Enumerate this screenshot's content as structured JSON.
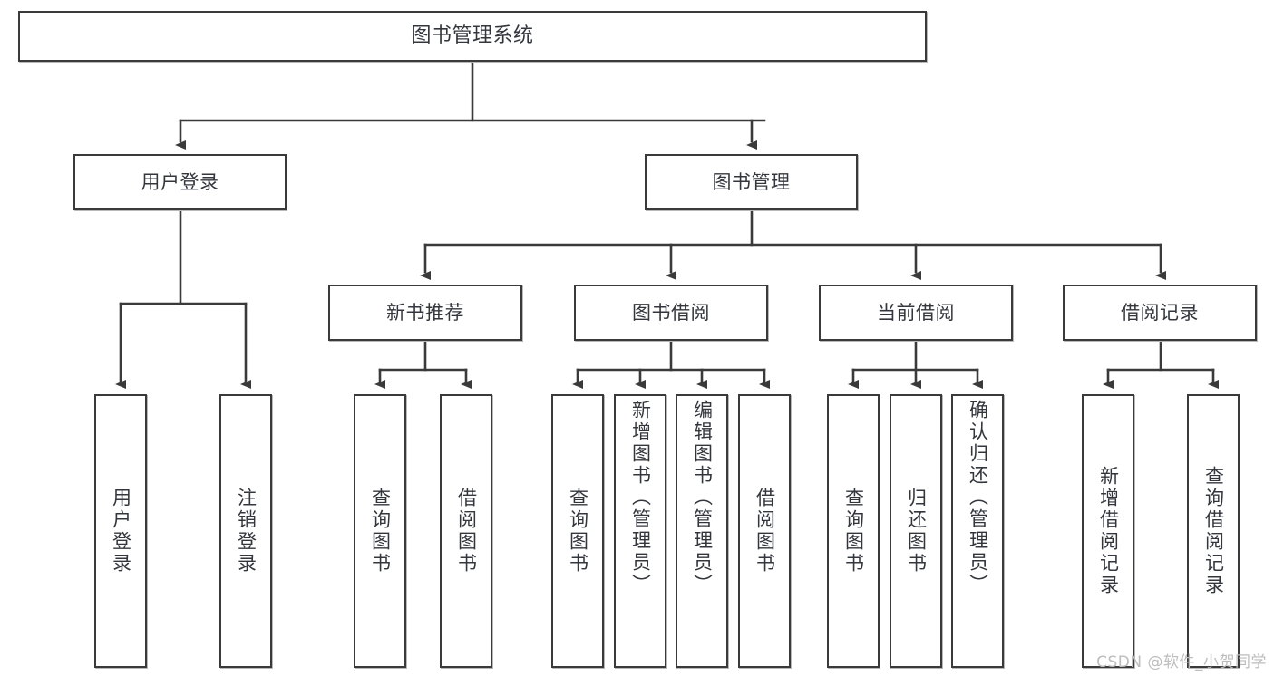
{
  "diagram": {
    "title": "图书管理系统",
    "type": "tree",
    "colors": {
      "box_border": "#3a3a3a",
      "box_fill": "#ffffff",
      "connector": "#3a3a3a",
      "text": "#33373d",
      "watermark": "#bdbdbd",
      "background": "#ffffff"
    }
  },
  "root": {
    "label": "图书管理系统"
  },
  "level2": [
    {
      "id": "user-login",
      "label": "用户登录"
    },
    {
      "id": "book-manage",
      "label": "图书管理"
    }
  ],
  "level3": [
    {
      "id": "new-book-recommend",
      "label": "新书推荐"
    },
    {
      "id": "book-borrow",
      "label": "图书借阅"
    },
    {
      "id": "current-borrow",
      "label": "当前借阅"
    },
    {
      "id": "borrow-record",
      "label": "借阅记录"
    }
  ],
  "leaves": {
    "user_login": [
      {
        "id": "leaf-user-login",
        "label": "用户登录"
      },
      {
        "id": "leaf-logout",
        "label": "注销登录"
      }
    ],
    "new_book_recommend": [
      {
        "id": "leaf-query-book-1",
        "label": "查询图书"
      },
      {
        "id": "leaf-borrow-book-1",
        "label": "借阅图书"
      }
    ],
    "book_borrow": [
      {
        "id": "leaf-query-book-2",
        "label": "查询图书"
      },
      {
        "id": "leaf-add-book",
        "label": "新增图书（管理员）"
      },
      {
        "id": "leaf-edit-book",
        "label": "编辑图书（管理员）"
      },
      {
        "id": "leaf-borrow-book-2",
        "label": "借阅图书"
      }
    ],
    "current_borrow": [
      {
        "id": "leaf-query-book-3",
        "label": "查询图书"
      },
      {
        "id": "leaf-return-book",
        "label": "归还图书"
      },
      {
        "id": "leaf-confirm-return",
        "label": "确认归还（管理员）"
      }
    ],
    "borrow_record": [
      {
        "id": "leaf-add-record",
        "label": "新增借阅记录"
      },
      {
        "id": "leaf-query-record",
        "label": "查询借阅记录"
      }
    ]
  },
  "watermark": {
    "text": "CSDN @软件_小贺同学"
  }
}
